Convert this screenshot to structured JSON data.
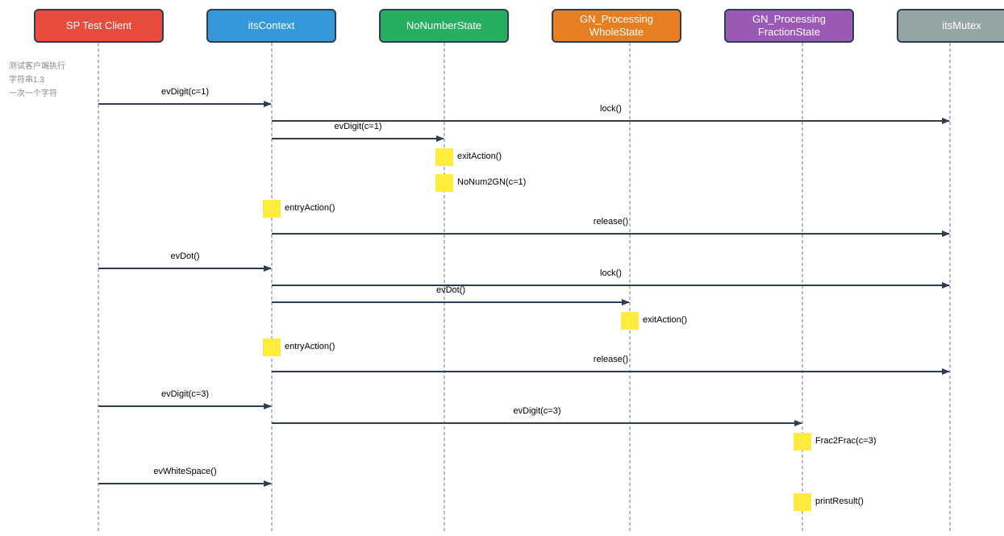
{
  "participants": [
    {
      "id": "client",
      "label": "SP Test Client",
      "color": "#e74c3c"
    },
    {
      "id": "ctx",
      "label": "itsContext",
      "color": "#3498db"
    },
    {
      "id": "nonum",
      "label": "NoNumberState",
      "color": "#27ae60"
    },
    {
      "id": "whole",
      "label": "GN_Processing\nWholeState",
      "color": "#e67e22"
    },
    {
      "id": "frac",
      "label": "GN_Processing\nFractionState",
      "color": "#9b59b6"
    },
    {
      "id": "mutex",
      "label": "itsMutex",
      "color": "#95a5a6"
    }
  ],
  "note": "测试客户端执行\n字符串1.3\n一次一个字符",
  "events": [
    {
      "kind": "message",
      "from": "client",
      "to": "ctx",
      "label": "evDigit(c=1)"
    },
    {
      "kind": "message",
      "from": "ctx",
      "to": "mutex",
      "label": "lock()"
    },
    {
      "kind": "message",
      "from": "ctx",
      "to": "nonum",
      "label": "evDigit(c=1)"
    },
    {
      "kind": "action",
      "on": "nonum",
      "label": "exitAction()"
    },
    {
      "kind": "action",
      "on": "nonum",
      "label": "NoNum2GN(c=1)"
    },
    {
      "kind": "action",
      "on": "ctx",
      "label": "entryAction()"
    },
    {
      "kind": "message",
      "from": "ctx",
      "to": "mutex",
      "label": "release()"
    },
    {
      "kind": "message",
      "from": "client",
      "to": "ctx",
      "label": "evDot()"
    },
    {
      "kind": "message",
      "from": "ctx",
      "to": "mutex",
      "label": "lock()"
    },
    {
      "kind": "message",
      "from": "ctx",
      "to": "whole",
      "label": "evDot()"
    },
    {
      "kind": "action",
      "on": "whole",
      "label": "exitAction()"
    },
    {
      "kind": "action",
      "on": "ctx",
      "label": "entryAction()"
    },
    {
      "kind": "message",
      "from": "ctx",
      "to": "mutex",
      "label": "release()"
    },
    {
      "kind": "message",
      "from": "client",
      "to": "ctx",
      "label": "evDigit(c=3)"
    },
    {
      "kind": "message",
      "from": "ctx",
      "to": "frac",
      "label": "evDigit(c=3)"
    },
    {
      "kind": "action",
      "on": "frac",
      "label": "Frac2Frac(c=3)"
    },
    {
      "kind": "message",
      "from": "client",
      "to": "ctx",
      "label": "evWhiteSpace()"
    },
    {
      "kind": "action",
      "on": "frac",
      "label": "printResult()"
    }
  ],
  "colors": {
    "line": "#2c3e50",
    "lifeline": "#777777",
    "action": "#ffeb3b"
  }
}
